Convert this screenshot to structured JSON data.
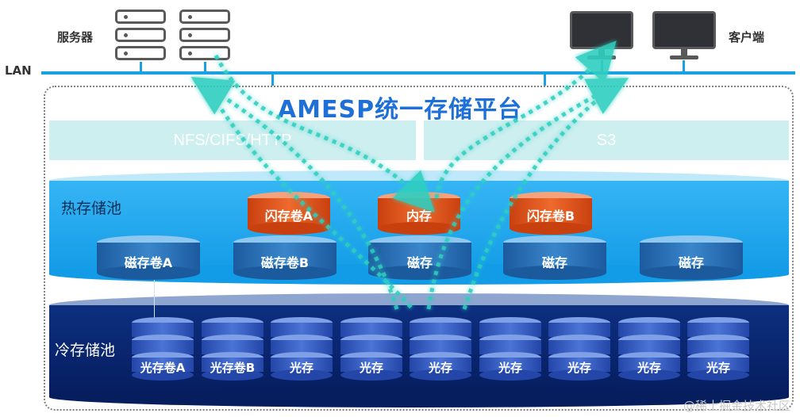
{
  "labels": {
    "servers": "服务器",
    "clients": "客户端",
    "lan": "LAN",
    "platform_title": "AMESP统一存储平台"
  },
  "protocols": {
    "left": "NFS/CIFS/HTTP",
    "right": "S3"
  },
  "hot_pool": {
    "name": "热存储池",
    "upper": [
      "闪存卷A",
      "内存",
      "闪存卷B"
    ],
    "lower": [
      "磁存卷A",
      "磁存卷B",
      "磁存",
      "磁存",
      "磁存"
    ]
  },
  "cold_pool": {
    "name": "冷存储池",
    "disks": [
      "光存卷A",
      "光存卷B",
      "光存",
      "光存",
      "光存",
      "光存",
      "光存",
      "光存",
      "光存"
    ]
  },
  "watermark": "@稀土掘金技术社区",
  "colors": {
    "lan": "#1ba1e2",
    "title": "#1e6fd6",
    "hot_pool": "#1aa3ec",
    "cold_pool": "#0a2a78",
    "flash": "#e8541e",
    "magnetic": "#2a6fb5",
    "optical": "#2f5fc4",
    "arrow": "#2ecfc0"
  },
  "icons": [
    "server-icon",
    "monitor-icon"
  ]
}
